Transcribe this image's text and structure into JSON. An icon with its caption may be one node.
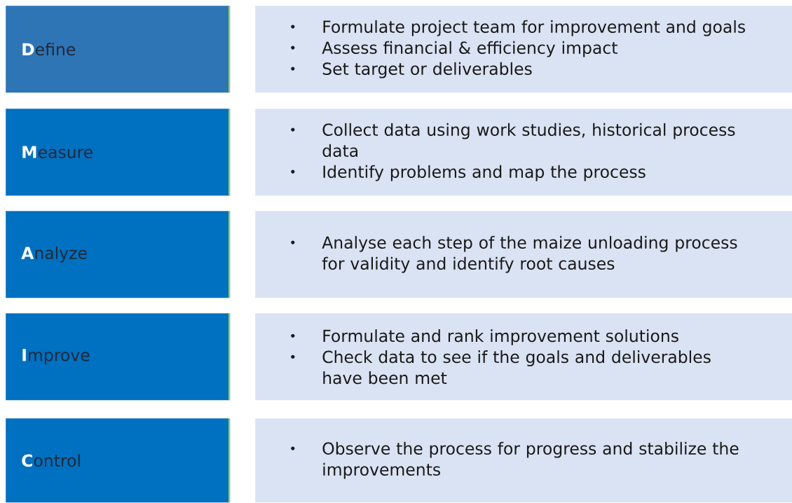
{
  "diagram": {
    "nodes": [
      {
        "text": [
          "**D**efine"
        ]
      },
      {
        "text": [
          "Formulate project team for improvement and goals",
          "Assess financial & efficiency  impact",
          "Set target or deliverables"
        ]
      },
      {
        "text": [
          "**M**easure"
        ]
      },
      {
        "text": [
          "Collect data using work studies, historical process data",
          "Identify problems and map the process"
        ]
      },
      {
        "text": [
          "**A**nalyze"
        ]
      },
      {
        "text": [
          "Analyse each step of the maize unloading process for validity and identify root causes"
        ]
      },
      {
        "text": [
          "**I**mprove"
        ]
      },
      {
        "text": [
          "Formulate and rank improvement solutions",
          "Check data to see if the goals and deliverables have been met"
        ]
      },
      {
        "text": [
          "**C**ontrol"
        ]
      },
      {
        "text": [
          "Observe the process for progress and stabilize the improvements"
        ]
      }
    ]
  }
}
